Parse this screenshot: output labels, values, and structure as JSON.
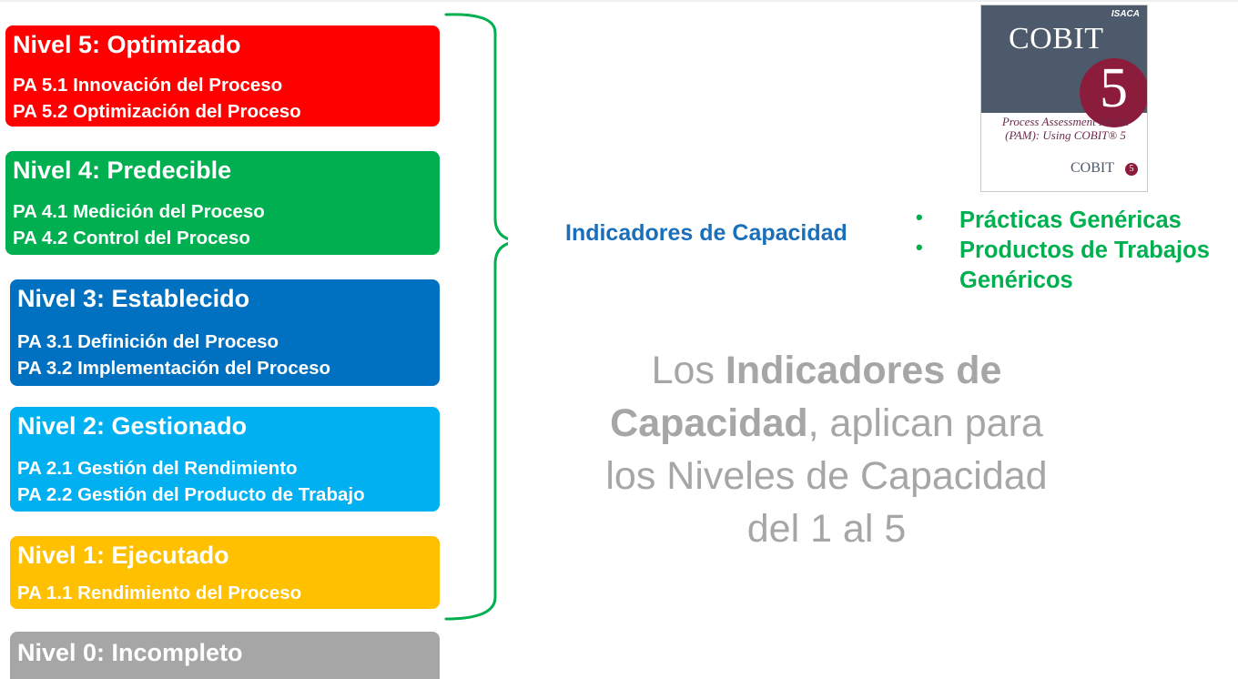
{
  "levels": [
    {
      "title": "Nivel 5: Optimizado",
      "attributes": [
        "PA 5.1 Innovación del Proceso",
        "PA 5.2 Optimización del Proceso"
      ],
      "color": "#ff0000"
    },
    {
      "title": "Nivel 4: Predecible",
      "attributes": [
        "PA 4.1 Medición del Proceso",
        "PA 4.2 Control del Proceso"
      ],
      "color": "#00b050"
    },
    {
      "title": "Nivel 3: Establecido",
      "attributes": [
        "PA 3.1 Definición del Proceso",
        "PA 3.2 Implementación del Proceso"
      ],
      "color": "#0070c0"
    },
    {
      "title": "Nivel 2: Gestionado",
      "attributes": [
        "PA 2.1 Gestión del Rendimiento",
        "PA 2.2 Gestión del Producto de Trabajo"
      ],
      "color": "#00b0f0"
    },
    {
      "title": "Nivel 1: Ejecutado",
      "attributes": [
        "PA 1.1 Rendimiento del Proceso"
      ],
      "color": "#ffc000"
    },
    {
      "title": "Nivel 0: Incompleto",
      "attributes": [],
      "color": "#a6a6a6"
    }
  ],
  "capability_label": "Indicadores de Capacidad",
  "bullets": [
    "Prácticas Genéricas",
    "Productos de Trabajos",
    "Genéricos"
  ],
  "statement": {
    "part1": "Los ",
    "bold1": "Indicadores de",
    "bold2": "Capacidad",
    "part2": ", aplican para",
    "line3": "los Niveles de Capacidad",
    "line4": "del 1 al 5"
  },
  "book_cover": {
    "publisher": "ISACA",
    "brand": "COBIT",
    "edition": "5",
    "subtitle_line1": "Process Assessment Model",
    "subtitle_line2": "(PAM): Using COBIT® 5",
    "logo": "COBIT"
  },
  "colors": {
    "brace": "#00b050",
    "capability_label": "#1a6fba",
    "bullets": "#00b050",
    "statement": "#a6a6a6"
  }
}
